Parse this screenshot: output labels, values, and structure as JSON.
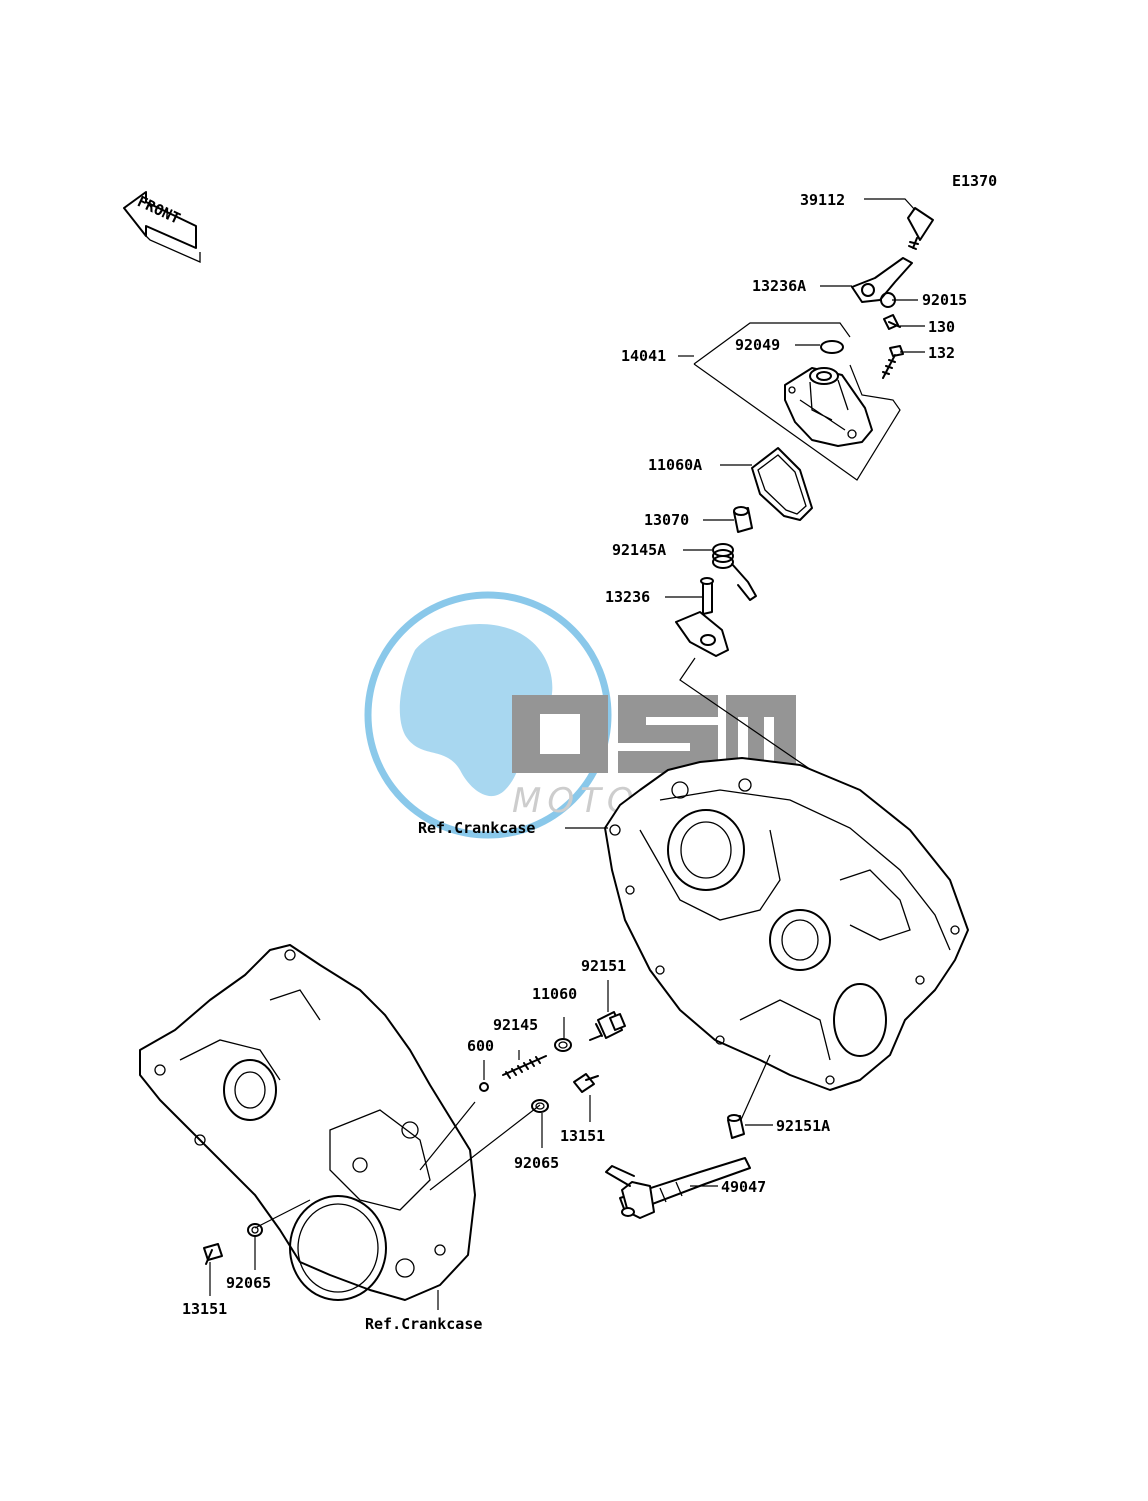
{
  "diagram_code": "E1370",
  "front_label": "FRONT",
  "watermark": {
    "brand": "OSM",
    "subtitle": "MOTORPARTS",
    "colors": {
      "globe": "#7ec3e8",
      "letters": "#8a8a8a",
      "subtitle": "#c8c8c8"
    }
  },
  "parts": {
    "p39112": "39112",
    "p13236A": "13236A",
    "p92015": "92015",
    "p130": "130",
    "p92049": "92049",
    "p132": "132",
    "p14041": "14041",
    "p11060A": "11060A",
    "p13070": "13070",
    "p92145A": "92145A",
    "p13236": "13236",
    "refCrankcase1": "Ref.Crankcase",
    "p92151": "92151",
    "p11060": "11060",
    "p92145": "92145",
    "p600": "600",
    "p13151a": "13151",
    "p92065a": "92065",
    "p92151A": "92151A",
    "p49047": "49047",
    "p92065b": "92065",
    "p13151b": "13151",
    "refCrankcase2": "Ref.Crankcase"
  }
}
